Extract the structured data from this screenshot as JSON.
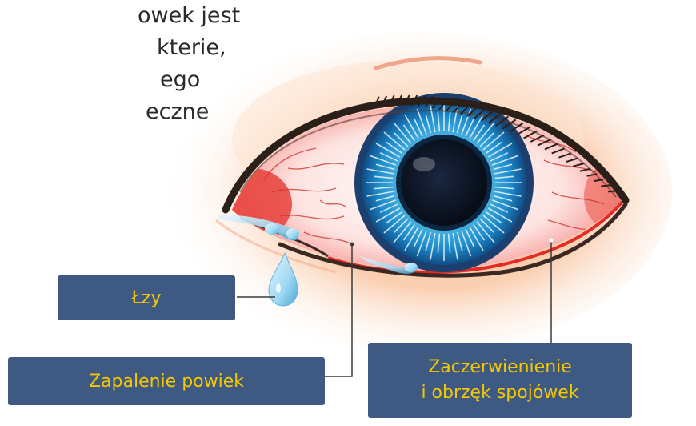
{
  "intro_text": {
    "lines": [
      "owek jest",
      "kterie,",
      "ego",
      "eczne"
    ]
  },
  "labels": {
    "tears": "Łzy",
    "blepharitis": "Zapalenie powiek",
    "redness_line1": "Zaczerwienienie",
    "redness_line2": "i obrzęk spojówek"
  },
  "colors": {
    "label_background": "#3f5a82",
    "label_text": "#f4c800",
    "iris": "#2aa8e0",
    "sclera_redness": "#e8403a",
    "skin": "#f8c9a6"
  }
}
